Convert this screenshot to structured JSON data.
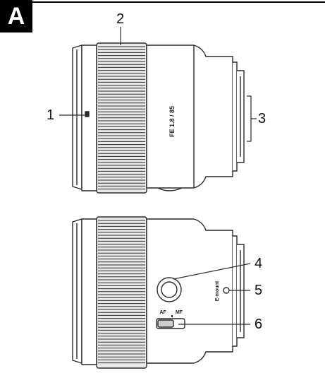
{
  "section_label": "A",
  "callouts": [
    {
      "number": "1",
      "part": "lens-mount-index"
    },
    {
      "number": "2",
      "part": "focus-ring"
    },
    {
      "number": "3",
      "part": "lens-contacts"
    },
    {
      "number": "4",
      "part": "focus-hold-button"
    },
    {
      "number": "5",
      "part": "mounting-index"
    },
    {
      "number": "6",
      "part": "focus-mode-switch"
    }
  ],
  "lens_text": {
    "model": "FE 1.8 / 85",
    "mount": "E-mount",
    "switch_af": "AF",
    "switch_mf": "MF"
  },
  "colors": {
    "line": "#2a2a2a",
    "shade": "#e9e9e9",
    "background": "#ffffff"
  }
}
